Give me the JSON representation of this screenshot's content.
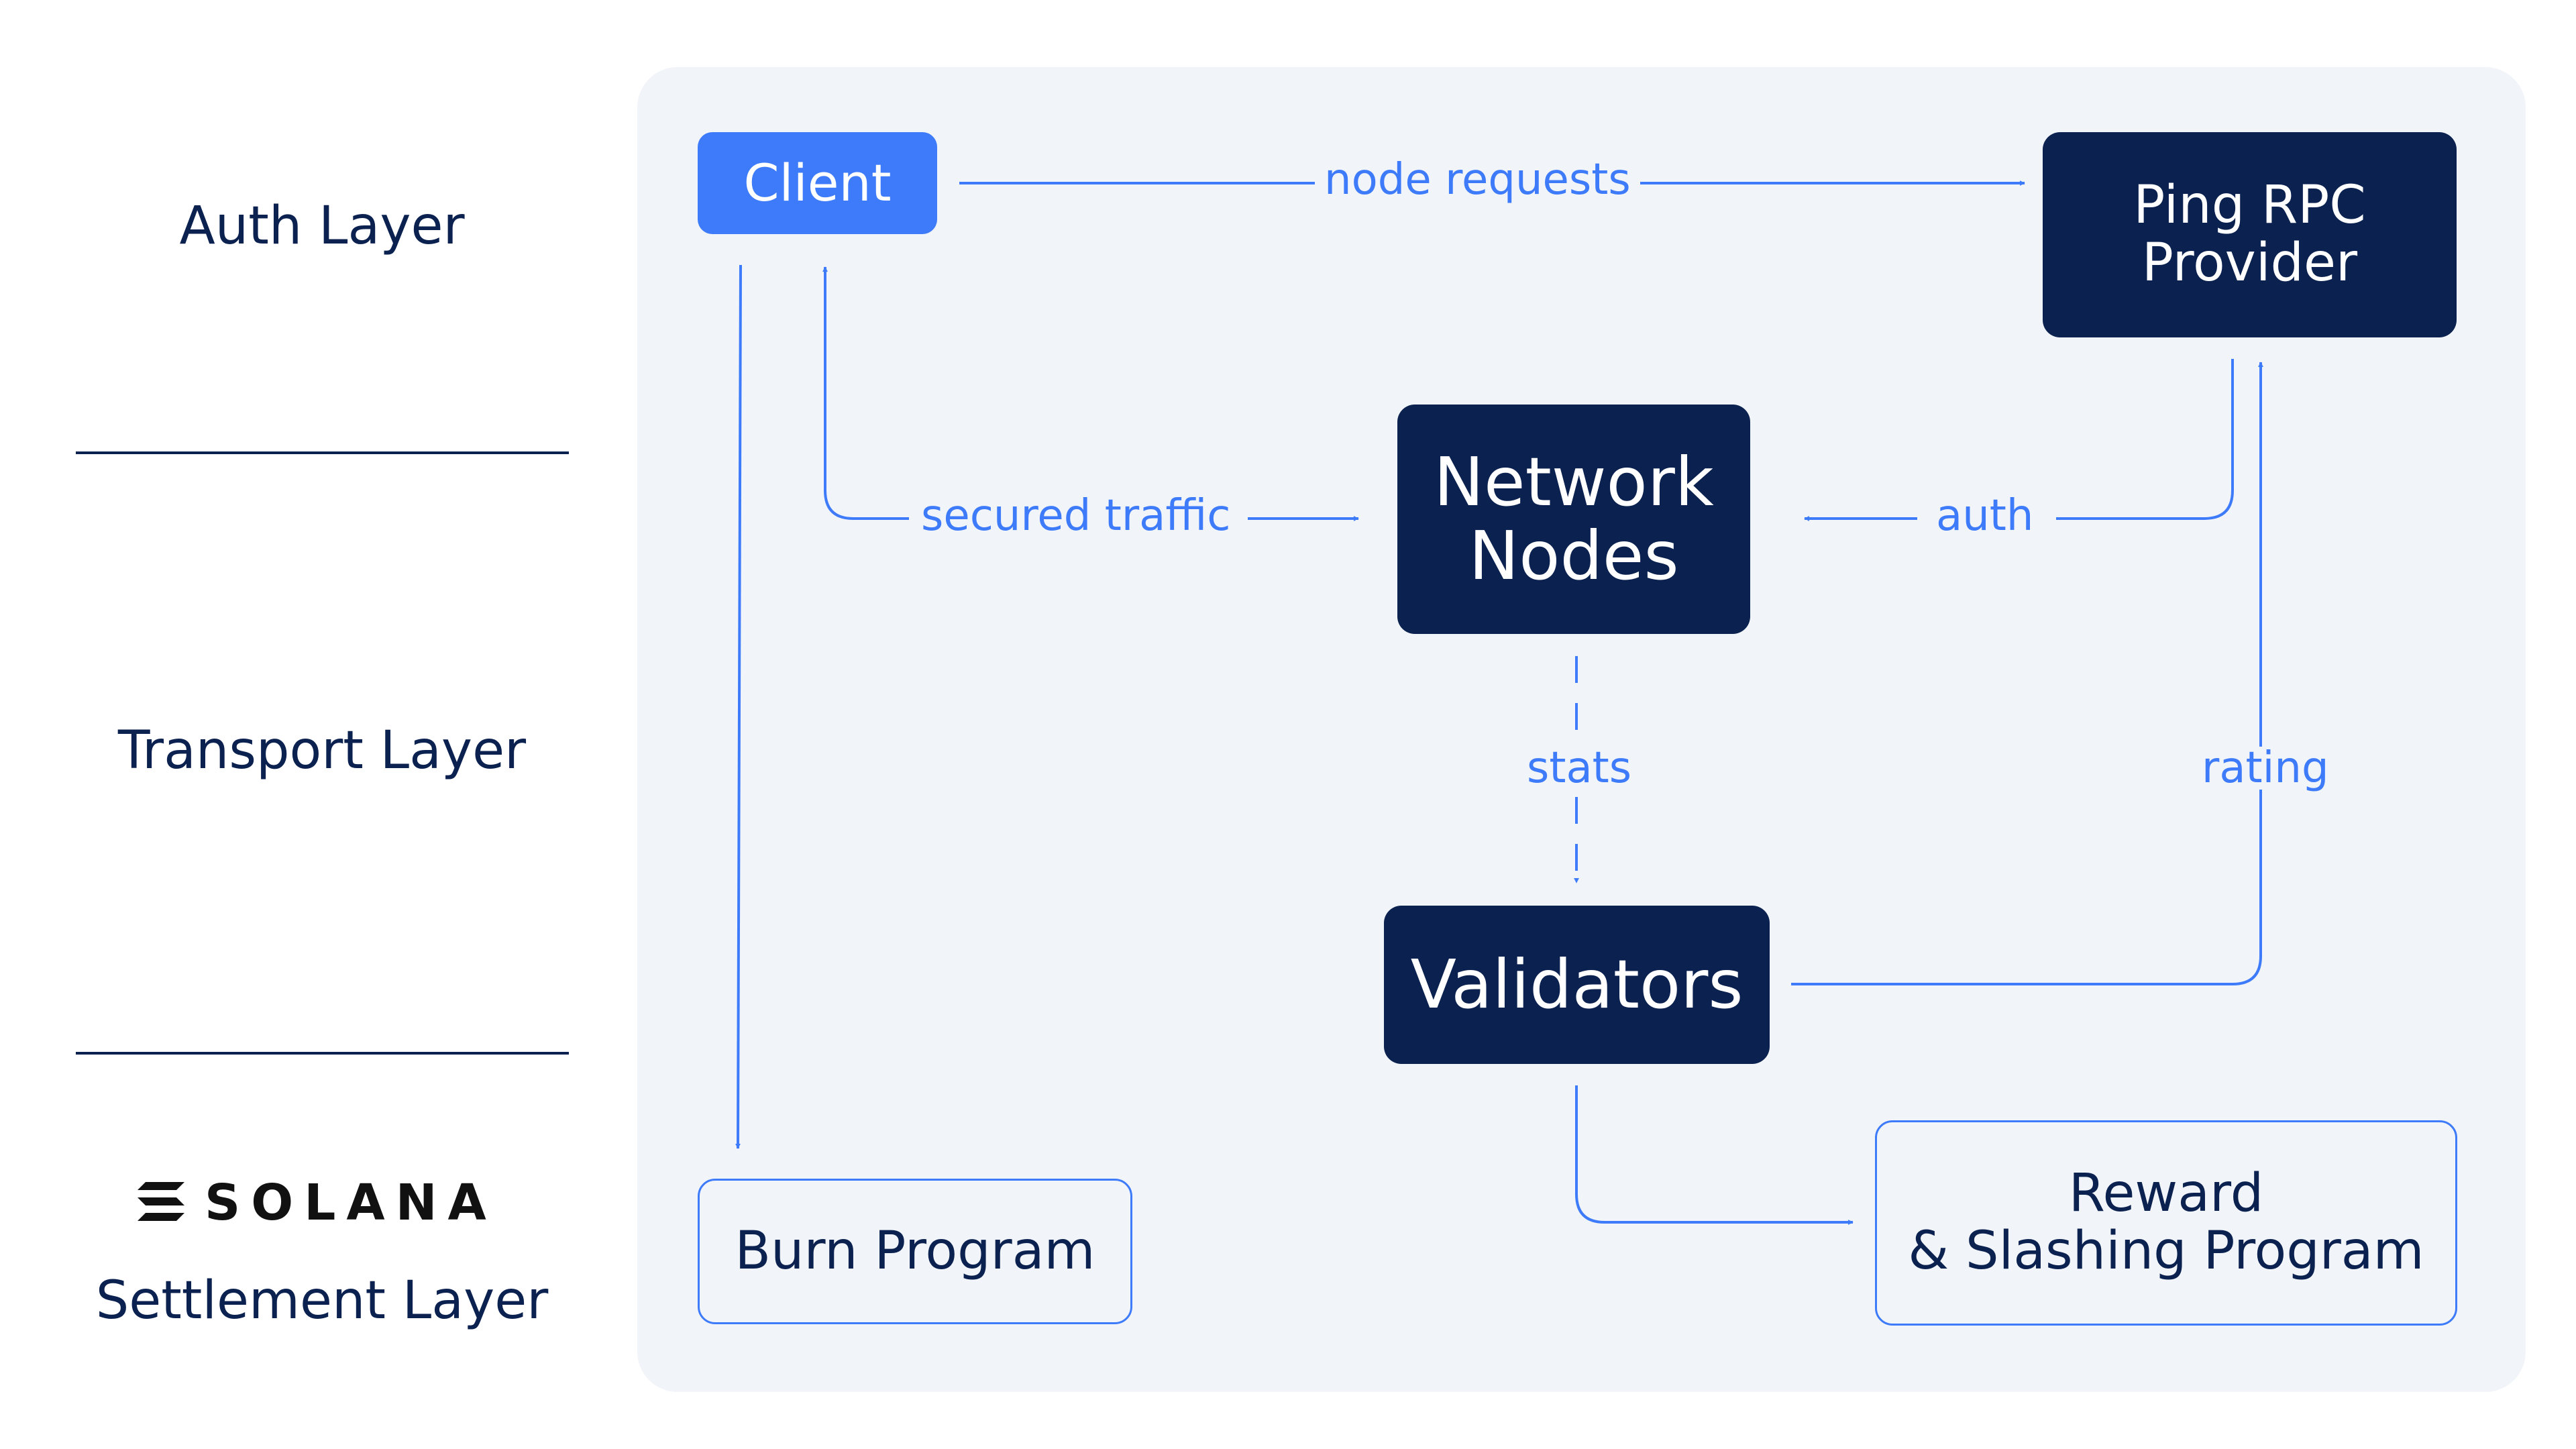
{
  "layers": {
    "auth": "Auth Layer",
    "transport": "Transport Layer",
    "settlement": "Settlement Layer",
    "settlement_logo_text": "SOLANA"
  },
  "nodes": {
    "client": "Client",
    "ping_rpc_provider": "Ping RPC\nProvider",
    "network_nodes": "Network\nNodes",
    "validators": "Validators",
    "burn_program": "Burn Program",
    "reward_slashing_program": "Reward\n& Slashing Program"
  },
  "edges": {
    "node_requests": "node requests",
    "secured_traffic": "secured traffic",
    "auth": "auth",
    "stats": "stats",
    "rating": "rating"
  },
  "colors": {
    "navy": "#0b2150",
    "accent_blue": "#3d7bfa",
    "panel_bg": "#f1f4f8"
  }
}
